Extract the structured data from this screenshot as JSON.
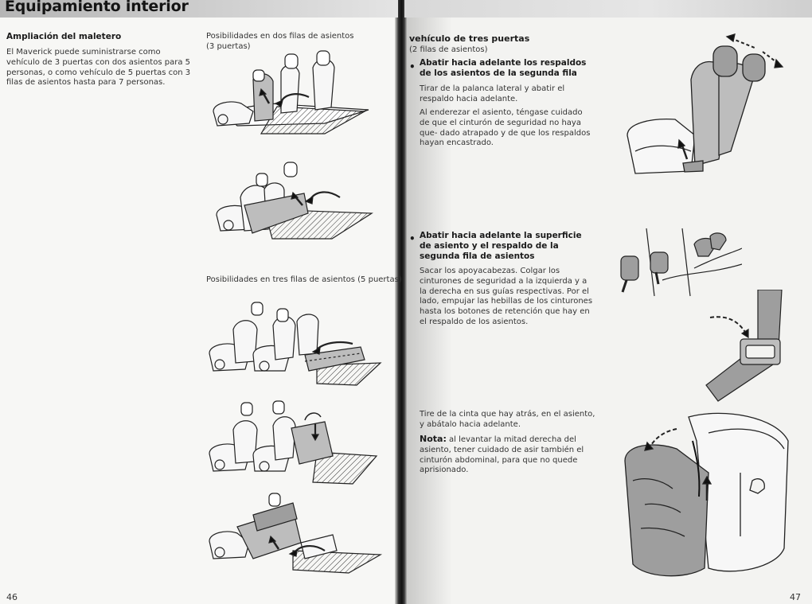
{
  "left_page": {
    "title": "Equipamiento interior",
    "section_heading": "Ampliación del maletero",
    "intro_text": "El Maverick puede suministrarse como vehículo de 3 puertas con dos asientos para 5 personas, o como vehículo de 5 puertas con 3 filas de asientos hasta para 7 personas.",
    "caption_two_rows_line1": "Posibilidades en  dos filas de asientos",
    "caption_two_rows_line2": "(3 puertas)",
    "caption_three_rows": "Posibilidades en tres filas de asientos (5 puertas)",
    "page_number": "46"
  },
  "right_page": {
    "heading": "vehículo de tres puertas",
    "subheading": "(2 filas de asientos)",
    "bullet1_title_line1": "Abatir hacia adelante los respaldos",
    "bullet1_title_line2": "de los asientos de la segunda fila",
    "bullet1_text1": "Tirar de la palanca lateral y abatir el respaldo hacia adelante.",
    "bullet1_text2": "Al enderezar el asiento, téngase cuidado de que el cinturón de seguridad no haya que- dado atrapado y de que los respaldos hayan encastrado.",
    "bullet2_title_line1": "Abatir hacia adelante la superficie",
    "bullet2_title_line2": "de asiento y el respaldo de la",
    "bullet2_title_line3": "segunda fila de asientos",
    "bullet2_text": "Sacar los apoyacabezas. Colgar los cinturones de seguridad a la izquierda y a la derecha en sus guías respectivas. Por el lado, empujar las hebillas de los cinturones hasta los botones de retención que hay en el respaldo de los asientos.",
    "strap_text": "Tire de la cinta que hay atrás, en el asiento, y abátalo hacia adelante.",
    "note_label": "Nota:",
    "note_text": " al levantar la mitad derecha del asiento, tener cuidado de asir también el cinturón abdominal, para que no quede aprisionado.",
    "page_number": "47"
  }
}
